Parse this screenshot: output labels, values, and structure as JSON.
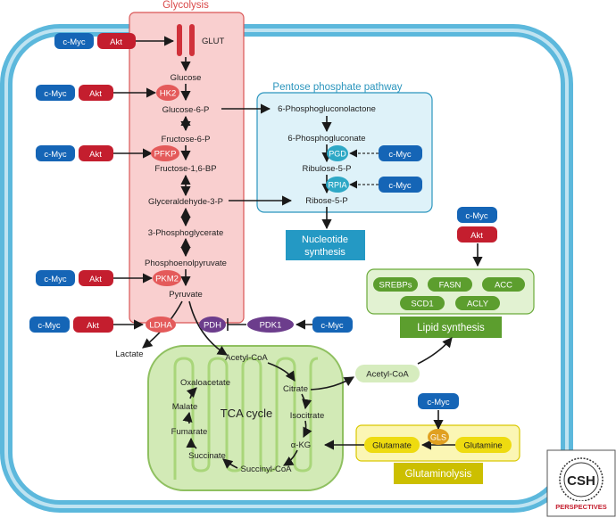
{
  "regions": {
    "glycolysis_title": "Glycolysis",
    "ppp_title": "Pentose phosphate pathway",
    "tca_label": "TCA cycle",
    "lipid_label": "Lipid synthesis",
    "glutaminolysis_label": "Glutaminolysis",
    "nucleotide_line1": "Nucleotide",
    "nucleotide_line2": "synthesis"
  },
  "membrane": {
    "transporter_label": "GLUT"
  },
  "glycolysis": {
    "glucose": "Glucose",
    "g6p": "Glucose-6-P",
    "f6p": "Fructose-6-P",
    "f16bp": "Fructose-1,6-BP",
    "g3p": "Glyceraldehyde-3-P",
    "pg3": "3-Phosphoglycerate",
    "pep": "Phosphoenolpyruvate",
    "pyruvate": "Pyruvate",
    "lactate": "Lactate"
  },
  "ppp": {
    "pgl": "6-Phosphogluconolactone",
    "pgn": "6-Phosphogluconate",
    "ru5p": "Ribulose-5-P",
    "r5p": "Ribose-5-P"
  },
  "tca": {
    "acetyl_coa": "Acetyl-CoA",
    "citrate": "Citrate",
    "isocitrate": "Isocitrate",
    "akg": "α-KG",
    "succinyl_coa": "Succinyl-CoA",
    "succinate": "Succinate",
    "fumarate": "Fumarate",
    "malate": "Malate",
    "oxaloacetate": "Oxaloacetate",
    "acetyl_coa_cyto": "Acetyl-CoA"
  },
  "enzymes": {
    "hk2": "HK2",
    "pfkp": "PFKP",
    "pkm2": "PKM2",
    "ldha": "LDHA",
    "pdh": "PDH",
    "pdk1": "PDK1",
    "pgd": "PGD",
    "rpia": "RPIA",
    "gls": "GLS"
  },
  "regulators": {
    "cmyc": "c-Myc",
    "akt": "Akt"
  },
  "lipid_enzymes": [
    "SREBPs",
    "FASN",
    "ACC",
    "SCD1",
    "ACLY"
  ],
  "glutaminolysis": {
    "glutamate": "Glutamate",
    "glutamine": "Glutamine"
  },
  "logo": {
    "line1": "CSH",
    "line2": "PERSPECTIVES"
  },
  "colors": {
    "cmyc": "#1565b6",
    "akt": "#c41e2e",
    "enzyme_red": "#e45a5a",
    "enzyme_purple": "#6c3d8c",
    "enzyme_teal": "#2ea8c6",
    "gls": "#e0a020",
    "membrane": "#5cb8dc",
    "glycolysis_fill": "#f9cfcf",
    "ppp_fill": "#def2f9",
    "mito_fill": "#d2eab6",
    "lipid_green": "#5c9e2e",
    "glutam_yellow": "#eedb10"
  }
}
